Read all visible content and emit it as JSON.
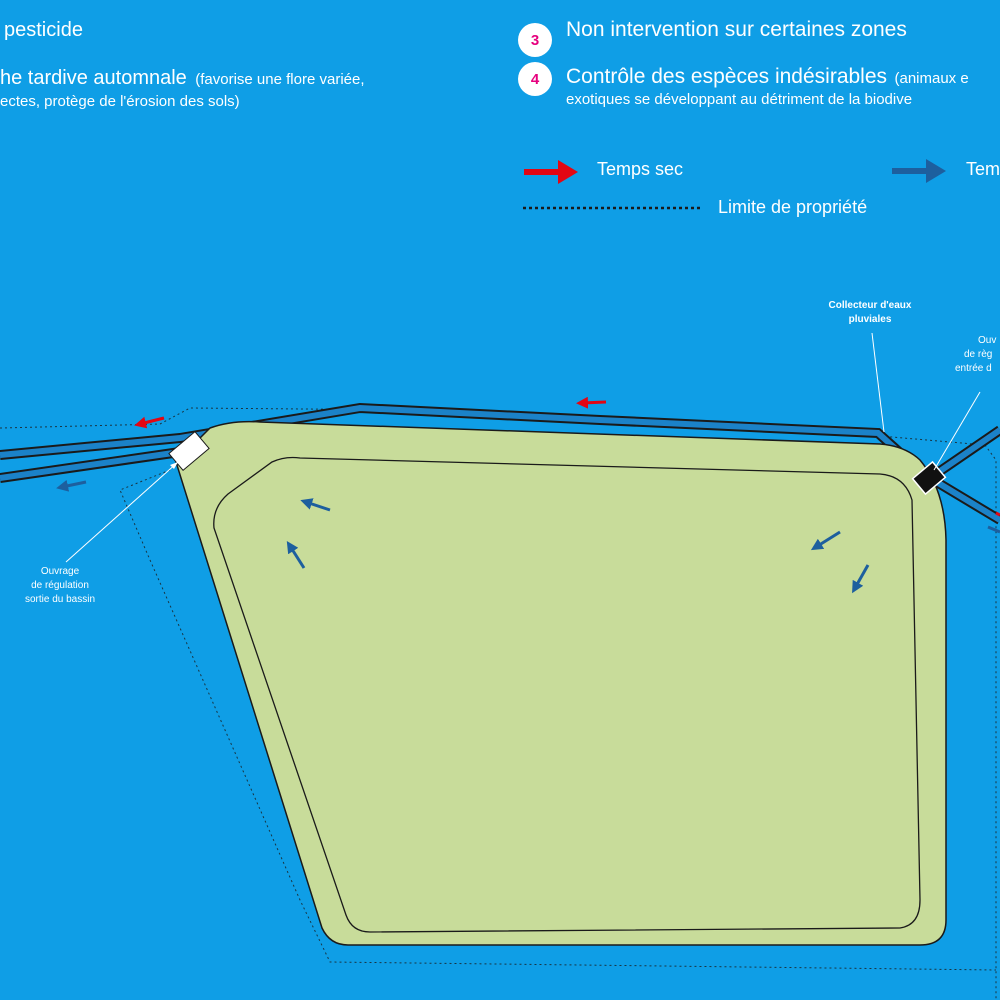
{
  "legend_items": {
    "item1_text": "pesticide",
    "item2_title": "he tardive automnale",
    "item2_detail": "(favorise une flore variée,",
    "item2_line2": "ectes, protège de l'érosion des sols)",
    "item3_number": "3",
    "item3_text": "Non intervention sur certaines zones",
    "item4_number": "4",
    "item4_title": "Contrôle des espèces indésirables",
    "item4_detail": "(animaux e",
    "item4_line2": "exotiques se développant au détriment de la biodive"
  },
  "flow_legend": {
    "dry_weather_label": "Temps sec",
    "wet_weather_label": "Tem",
    "property_limit_label": "Limite de propriété"
  },
  "annotations": {
    "outlet_line1": "Ouvrage",
    "outlet_line2": "de régulation",
    "outlet_line3": "sortie du bassin",
    "collector_line1": "Collecteur d'eaux",
    "collector_line2": "pluviales",
    "inlet_line1": "Ouv",
    "inlet_line2": "de règ",
    "inlet_line3": "entrée d"
  },
  "colors": {
    "background": "#0f9ee6",
    "basin": "#c8dc9a",
    "dry_arrow": "#e30613",
    "wet_arrow": "#1d5f9e",
    "badge_number": "#e6007e"
  }
}
